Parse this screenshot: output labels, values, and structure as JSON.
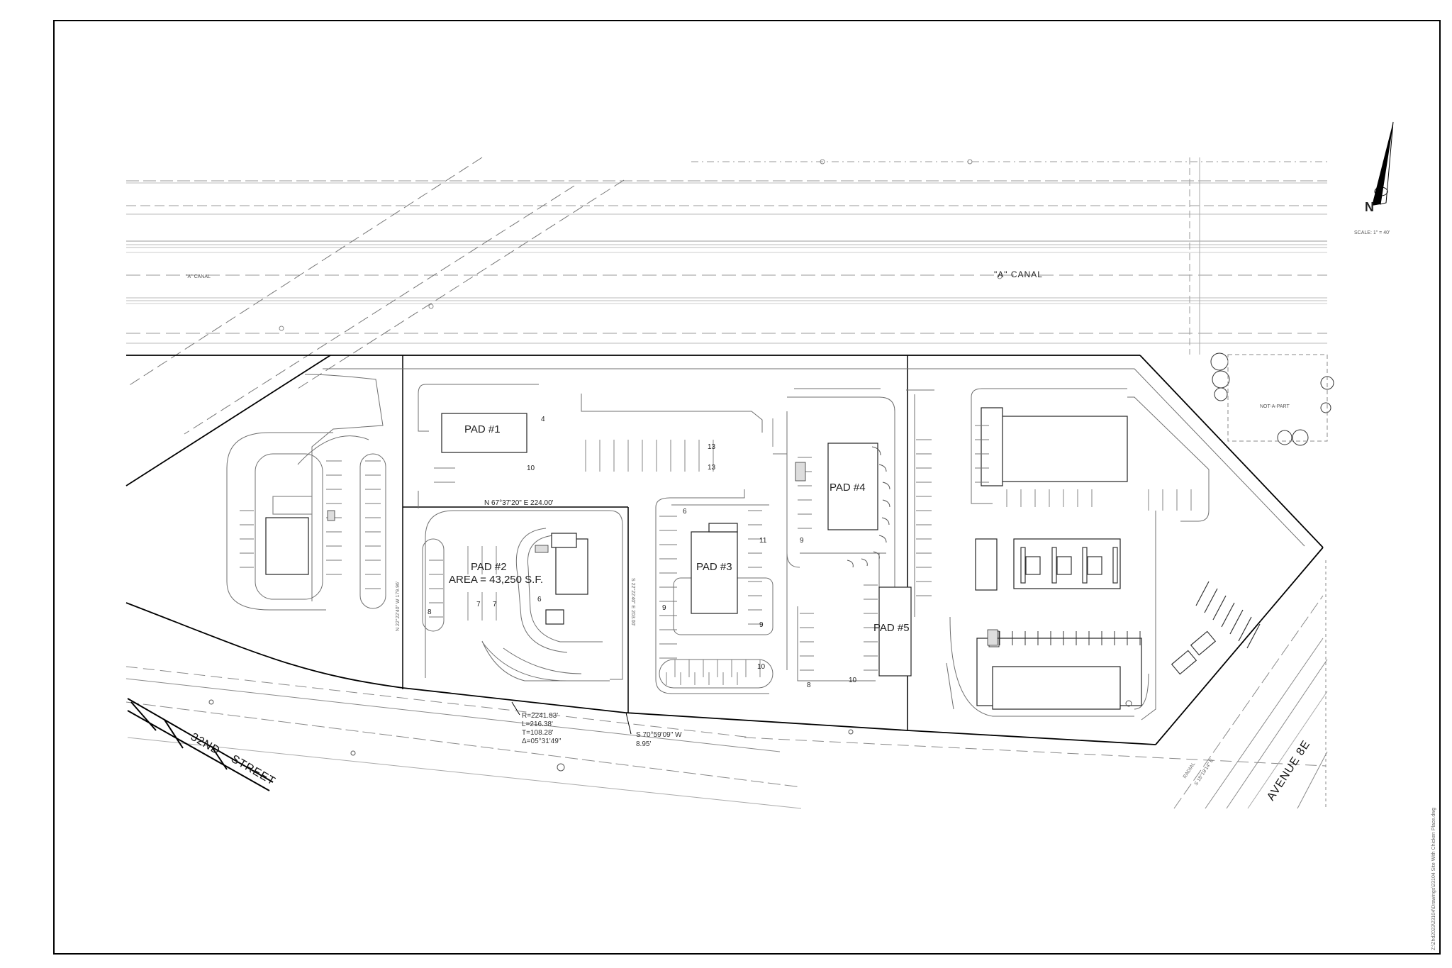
{
  "north_arrow": {
    "letter": "N",
    "scale": "SCALE: 1\" = 40'"
  },
  "canal": {
    "label": "\"A\" CANAL",
    "small_label": "\"A\" CANAL"
  },
  "pads": {
    "pad1": "PAD #1",
    "pad2": "PAD #2",
    "pad2_area": "AREA = 43,250 S.F.",
    "pad3": "PAD #3",
    "pad4": "PAD #4",
    "pad5": "PAD #5"
  },
  "not_a_part": "NOT-A-PART",
  "parking_counts": {
    "pad1_4": "4",
    "pad1_10": "10",
    "row_13a": "13",
    "row_13b": "13",
    "pad3_6": "6",
    "pad3_11": "11",
    "pad3_9a": "9",
    "pad3_9b": "9",
    "pad3_10": "10",
    "pad2_8": "8",
    "pad2_7a": "7",
    "pad2_7b": "7",
    "pad2_6": "6",
    "pad4_9": "9",
    "pad5_8": "8",
    "pad5_10": "10"
  },
  "bearings": {
    "pad2_north": "N 67°37'20\" E   224.00'",
    "pad2_west": "N 22°22'40\" W   179.96'",
    "pad2_east": "S 22°22'40\" E   203.00'",
    "south_line": "S  70°59'09\"  W",
    "south_dist": "8.95'"
  },
  "curve": {
    "radius": "R=2241.83'",
    "length": "L=216.38'",
    "tangent": "T=108.28'",
    "delta": "Δ=05°31'49\""
  },
  "streets": {
    "street1": "32ND",
    "street2": "STREET",
    "avenue": "AVENUE 8E"
  },
  "radial": {
    "label": "RADIAL",
    "bearing": "S 18°18'14\" E"
  },
  "file_path": "Z:\\Zhd2023\\23104\\Drawings\\23104 Site With Chicken Place.dwg"
}
